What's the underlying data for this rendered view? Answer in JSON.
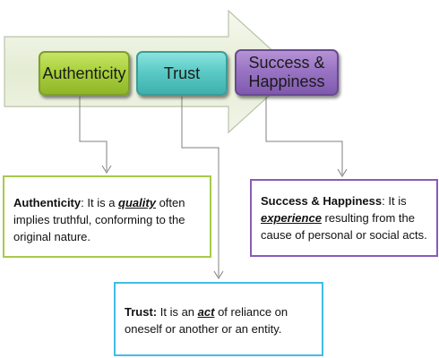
{
  "diagram": {
    "steps": [
      {
        "label": "Authenticity"
      },
      {
        "label": "Trust"
      },
      {
        "label": "Success & Happiness"
      }
    ],
    "descriptions": {
      "authenticity": {
        "term": "Authenticity",
        "colon": ":",
        "before": " It is a ",
        "keyword": "quality",
        "after": " often implies truthful, conforming to the original nature."
      },
      "trust": {
        "term": "Trust:",
        "before": " It is an ",
        "keyword": "act",
        "after": " of reliance on oneself or another or an entity."
      },
      "success": {
        "term": "Success & Happiness",
        "colon": ":",
        "before": " It is ",
        "keyword": "experience",
        "after": " resulting from the cause of personal or social acts."
      }
    },
    "colors": {
      "authenticity": "#a6cb49",
      "trust": "#41bde5",
      "success": "#8a5bb6",
      "arrow_fill": "#e6edd6",
      "connector": "#808080"
    }
  }
}
